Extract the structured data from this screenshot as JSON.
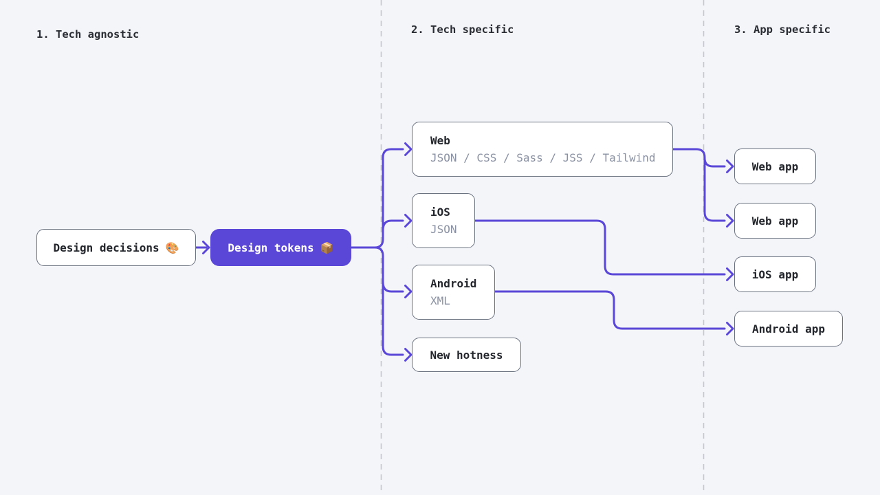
{
  "colors": {
    "background": "#f4f5f9",
    "accent": "#5a46d7",
    "node_background": "#ffffff",
    "node_border": "#6b7280",
    "title_text": "#22252b",
    "subtitle_text": "#8a91a2",
    "divider": "#c5c7cc",
    "tokens_text": "#ffffff"
  },
  "headers": {
    "tech_agnostic": "1. Tech agnostic",
    "tech_specific": "2. Tech specific",
    "app_specific": "3. App specific"
  },
  "nodes": {
    "design_decisions": {
      "label": "Design decisions",
      "icon": "🎨",
      "icon_name": "palette-icon"
    },
    "design_tokens": {
      "label": "Design tokens",
      "icon": "📦",
      "icon_name": "package-icon"
    },
    "web": {
      "title": "Web",
      "subtitle": "JSON / CSS / Sass / JSS / Tailwind"
    },
    "ios": {
      "title": "iOS",
      "subtitle": "JSON"
    },
    "android": {
      "title": "Android",
      "subtitle": "XML"
    },
    "new_hotness": {
      "title": "New hotness"
    },
    "web_app_1": {
      "label": "Web app"
    },
    "web_app_2": {
      "label": "Web app"
    },
    "ios_app": {
      "label": "iOS app"
    },
    "android_app": {
      "label": "Android app"
    }
  },
  "edges": [
    "design_decisions -> design_tokens",
    "design_tokens -> web",
    "design_tokens -> ios",
    "design_tokens -> android",
    "design_tokens -> new_hotness",
    "web -> web_app_1",
    "web -> web_app_2",
    "ios -> ios_app",
    "android -> android_app"
  ]
}
